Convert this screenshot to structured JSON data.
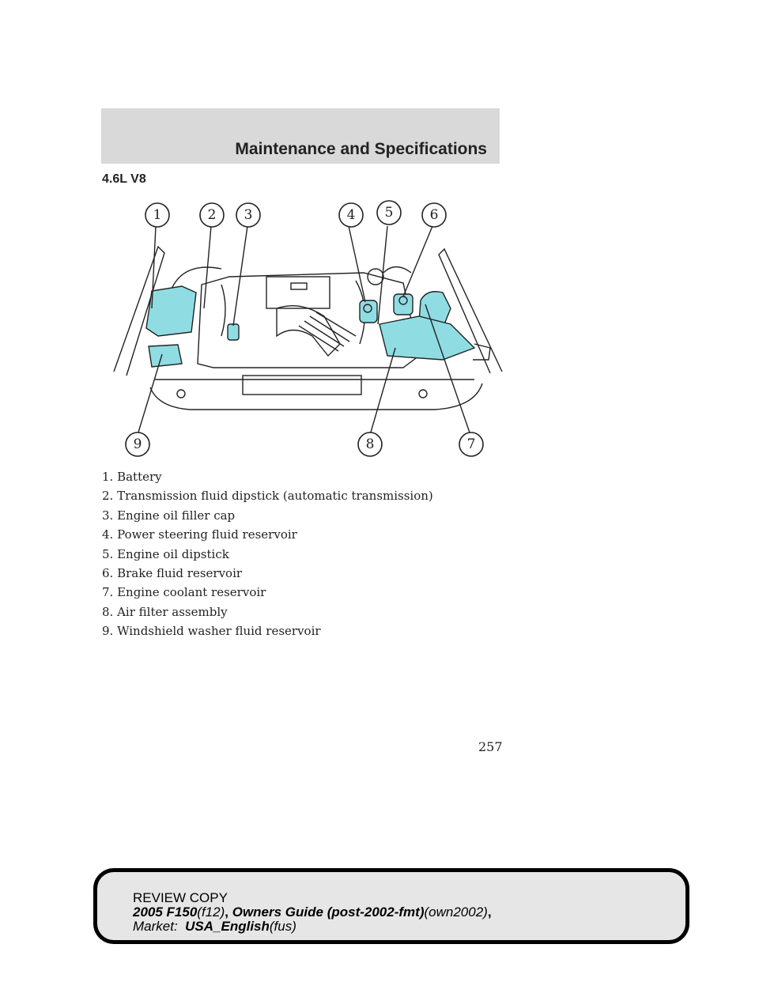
{
  "header": {
    "title": "Maintenance and Specifications"
  },
  "section": {
    "heading": "4.6L V8"
  },
  "diagram": {
    "callouts": [
      "1",
      "2",
      "3",
      "4",
      "5",
      "6",
      "7",
      "8",
      "9"
    ]
  },
  "parts": [
    "1. Battery",
    "2. Transmission fluid dipstick (automatic transmission)",
    "3. Engine oil filler cap",
    "4. Power steering fluid reservoir",
    "5. Engine oil dipstick",
    "6. Brake fluid reservoir",
    "7. Engine coolant reservoir",
    "8. Air filter assembly",
    "9. Windshield washer fluid reservoir"
  ],
  "page_number": "257",
  "footer": {
    "line1": "REVIEW COPY",
    "model": "2005 F150",
    "model_code": "(f12)",
    "sep1": ", ",
    "guide": "Owners Guide (post-2002-fmt)",
    "guide_code": "(own2002)",
    "sep2": ",",
    "market_label": "Market:",
    "market": "USA_English",
    "market_code": "(fus)"
  },
  "colors": {
    "highlight": "#8fdde3",
    "header_band": "#d9d9d9",
    "footer_box": "#e6e6e6"
  }
}
